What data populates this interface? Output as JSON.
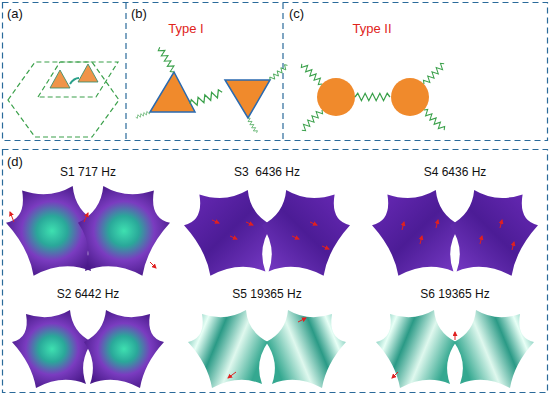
{
  "diagram": {
    "labels": [
      "(a)",
      "(b)",
      "Type I",
      "(c)",
      "Type II",
      "(d)",
      "S1 717 Hz",
      "S3  6436 Hz",
      "S4 6436 Hz",
      "S2 6442 Hz",
      "S5 19365 Hz",
      "S6 19365 Hz"
    ]
  }
}
